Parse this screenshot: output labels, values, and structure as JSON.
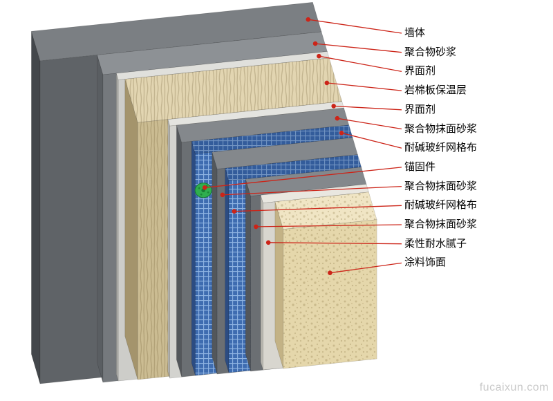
{
  "watermark": "fucaixun.com",
  "accent": {
    "line": "#cc2418",
    "dot": "#cc2418"
  },
  "layers": [
    {
      "id": "wall",
      "label": "墙体",
      "front": "#5f6367",
      "top": "#7b7f83",
      "side": "#43474b"
    },
    {
      "id": "polymer-mortar",
      "label": "聚合物砂浆",
      "front": "#75797d",
      "top": "#8d9195",
      "side": "#5a5e62"
    },
    {
      "id": "interface-agent-1",
      "label": "界面剂",
      "front": "#cdcdc9",
      "top": "#e0e0dc",
      "side": "#aeaeaa"
    },
    {
      "id": "rockwool-insulation",
      "label": "岩棉板保温层",
      "front": "#cbbc92",
      "top": "#e2d5b1",
      "side": "#a4946c",
      "texture": "grain"
    },
    {
      "id": "interface-agent-2",
      "label": "界面剂",
      "front": "#d3d3cf",
      "top": "#e4e4e0",
      "side": "#b4b4b0"
    },
    {
      "id": "polymer-render-1",
      "label": "聚合物抹面砂浆",
      "front": "#6b6f73",
      "top": "#84888c",
      "side": "#53575b"
    },
    {
      "id": "fiberglass-mesh-1",
      "label": "耐碱玻纤网格布",
      "front": "#3e6cb0",
      "grid": "#8fb4e2",
      "side": "#2c4c82"
    },
    {
      "id": "anchor-fastener",
      "label": "锚固件",
      "front": "#2fae4e",
      "side": "#187a31"
    },
    {
      "id": "polymer-render-2",
      "label": "聚合物抹面砂浆",
      "front": "#6b6f73",
      "top": "#84888c",
      "side": "#53575b"
    },
    {
      "id": "fiberglass-mesh-2",
      "label": "耐碱玻纤网格布",
      "front": "#3e6cb0",
      "grid": "#8fb4e2",
      "side": "#2c4c82"
    },
    {
      "id": "polymer-render-3",
      "label": "聚合物抹面砂浆",
      "front": "#6b6f73",
      "top": "#84888c",
      "side": "#53575b"
    },
    {
      "id": "flexible-putty",
      "label": "柔性耐水腻子",
      "front": "#d8d6cf",
      "top": "#e9e7e0",
      "side": "#b9b7b0"
    },
    {
      "id": "coating-finish",
      "label": "涂料饰面",
      "front": "#e5d7ab",
      "top": "#f0e5c4",
      "side": "#c3b285",
      "texture": "stucco"
    }
  ]
}
